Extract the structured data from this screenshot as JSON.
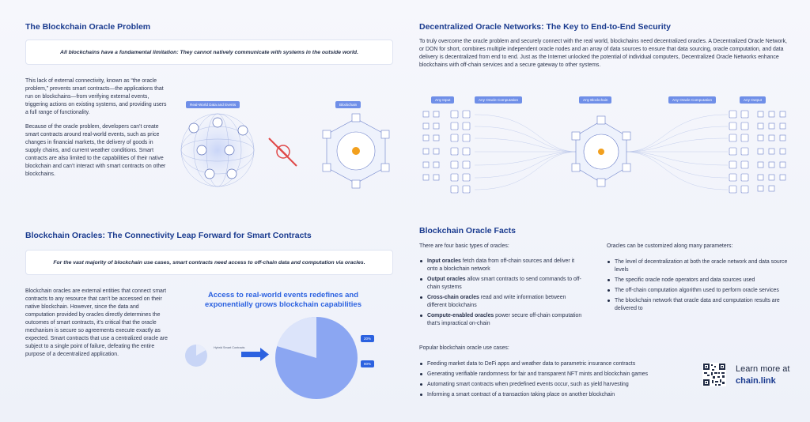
{
  "left": {
    "problem": {
      "title": "The Blockchain Oracle Problem",
      "quote": "All blockchains have a fundamental limitation: They cannot natively communicate with systems in the outside world.",
      "para1": "This lack of external connectivity, known as “the oracle problem,” prevents smart contracts—the applications that run on blockchains—from verifying external events, triggering actions on existing systems, and providing users a full range of functionality.",
      "para2": "Because of the oracle problem, developers can’t create smart contracts around real-world events, such as price changes in financial markets, the delivery of goods in supply chains, and current weather conditions. Smart contracts are also limited to the capabilities of their native blockchain and can’t interact with smart contracts on other blockchains.",
      "diagram_left_label": "Real-World Data and Events",
      "diagram_right_label": "Blockchain"
    },
    "oracles": {
      "title": "Blockchain Oracles: The Connectivity Leap Forward for Smart Contracts",
      "quote": "For the vast majority of blockchain use cases, smart contracts need access to off-chain data and computation via oracles.",
      "para": "Blockchain oracles are external entities that connect smart contracts to any resource that can’t be accessed on their native blockchain. However, since the data and computation provided by oracles directly determines the outcomes of smart contracts, it’s critical that the oracle mechanism is secure so agreements execute exactly as expected. Smart contracts that use a centralized oracle are subject to a single point of failure, defeating the entire purpose of a decentralized application.",
      "chart_title_line1": "Access to real-world events redefines and",
      "chart_title_line2": "exponentially grows blockchain capabilities",
      "hybrid_label": "Hybrid Smart Contracts",
      "pct1": "20%",
      "pct2": "80%"
    }
  },
  "right": {
    "don": {
      "title": "Decentralized Oracle Networks: The Key to End-to-End Security",
      "para": "To truly overcome the oracle problem and securely connect with the real world, blockchains need decentralized oracles. A Decentralized Oracle Network, or DON for short, combines multiple independent oracle nodes and an array of data sources to ensure that data sourcing, oracle computation, and data delivery is decentralized from end to end. Just as the Internet unlocked the potential of individual computers, Decentralized Oracle Networks enhance blockchains with off-chain services and a secure gateway to other systems.",
      "tags": [
        "Any Input",
        "Any Oracle Computation",
        "Any Blockchain",
        "Any Oracle Computation",
        "Any Output"
      ]
    },
    "facts": {
      "title": "Blockchain Oracle Facts",
      "intro": "There are four basic types of oracles:",
      "types": [
        {
          "bold": "Input oracles",
          "rest": " fetch data from off-chain sources and deliver it onto a blockchain network"
        },
        {
          "bold": "Output oracles",
          "rest": " allow smart contracts to send commands to off-chain systems"
        },
        {
          "bold": "Cross-chain oracles",
          "rest": " read and write information between different blockchains"
        },
        {
          "bold": "Compute-enabled oracles",
          "rest": " power secure off-chain computation that’s impractical on-chain"
        }
      ],
      "params_intro": "Oracles can be customized along many parameters:",
      "params": [
        "The level of decentralization at both the oracle network and data source levels",
        "The specific oracle node operators and data sources used",
        "The off-chain computation algorithm used to perform oracle services",
        "The blockchain network that oracle data and computation results are delivered to"
      ],
      "usecases_intro": "Popular blockchain oracle use cases:",
      "usecases": [
        "Feeding market data to DeFi apps and weather data to parametric insurance contracts",
        "Generating verifiable randomness for fair and transparent NFT mints and blockchain games",
        "Automating smart contracts when predefined events occur, such as yield harvesting",
        "Informing a smart contract of a transaction taking place on another blockchain"
      ],
      "learn_more": "Learn more at",
      "link": "chain.link"
    }
  },
  "colors": {
    "heading": "#1a3b8f",
    "accent": "#2c62e0",
    "tag": "#6f8fe8"
  }
}
